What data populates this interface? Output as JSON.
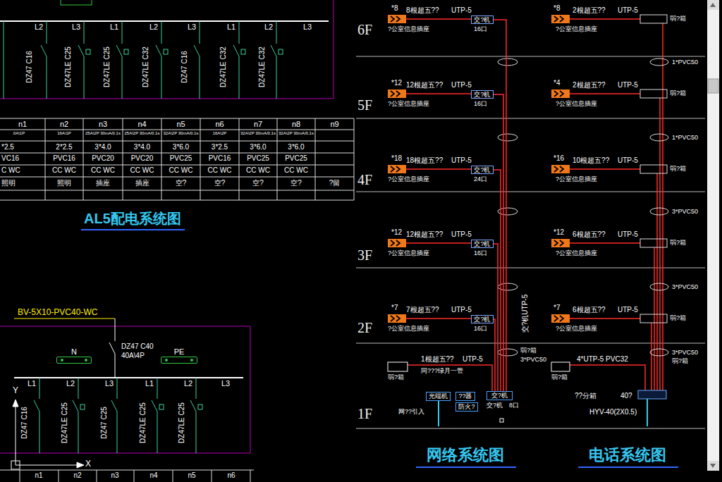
{
  "diagram": {
    "nodes": [
      {
        "text": [
          "交?机"
        ]
      },
      {
        "text": [
          "交?机"
        ]
      },
      {
        "text": [
          "交?机"
        ]
      },
      {
        "text": [
          "交?机"
        ]
      },
      {
        "text": [
          "交?机"
        ]
      },
      {
        "text": [
          "N"
        ]
      },
      {
        "text": [
          "PE"
        ]
      },
      {
        "text": [
          "光端机"
        ]
      },
      {
        "text": [
          "??器"
        ]
      },
      {
        "text": [
          "交?机"
        ]
      },
      {
        "text": [
          "防火?"
        ]
      }
    ],
    "edges": [
      {
        "from": 9,
        "to": 0,
        "arrow": "none"
      },
      {
        "from": 9,
        "to": 1,
        "arrow": "none"
      },
      {
        "from": 9,
        "to": 2,
        "arrow": "none"
      },
      {
        "from": 9,
        "to": 3,
        "arrow": "none"
      },
      {
        "from": 9,
        "to": 4,
        "arrow": "none"
      }
    ],
    "labels": [
      "L2",
      "L3",
      "L1",
      "L2",
      "L3",
      "L1",
      "L2",
      "L3",
      "DZ47 C16",
      "DZ47LE C25",
      "DZ47LE C25",
      "DZ47LE C32",
      "DZ47 C16",
      "DZ47LE C32",
      "DZ47LE C32",
      "n1",
      "n2",
      "n3",
      "n4",
      "n5",
      "n6",
      "n7",
      "n8",
      "n9",
      "0A\\1P",
      "16A\\1P",
      "25A\\2P 30mA/0.1s",
      "25A\\2P 30mA/0.1s",
      "32A\\2P 30mA/0.1s",
      "16A\\2P",
      "32A\\2P 30mA/0.1s",
      "32A\\2P 30mA/0.1s",
      "*2.5",
      "2*2.5",
      "3*4.0",
      "3*4.0",
      "3*6.0",
      "3*2.5",
      "3*6.0",
      "3*6.0",
      "VC16",
      "PVC16",
      "PVC20",
      "PVC20",
      "PVC25",
      "PVC16",
      "PVC25",
      "PVC25",
      "C WC",
      "CC WC",
      "CC WC",
      "CC WC",
      "CC WC",
      "CC WC",
      "CC WC",
      "CC WC",
      "照明",
      "照明",
      "插座",
      "插座",
      "空?",
      "空?",
      "空?",
      "空?",
      "?留",
      "AL5配电系统图",
      "BV-5X10-PVC40-WC",
      "DZ47 C40",
      "40A\\4P",
      "L1",
      "L2",
      "L3",
      "L1",
      "L2",
      "L3",
      "DZ47 C16",
      "DZ47LE C25",
      "DZ47 C25",
      "DZ47LE C25",
      "DZ47LE C25",
      "Y",
      "X",
      "n1",
      "n2",
      "n3",
      "n4",
      "n5",
      "n6",
      "6F",
      "5F",
      "4F",
      "3F",
      "2F",
      "1F",
      "*8",
      "8根超五??",
      "UTP-5",
      "?公室信息插座",
      "16口",
      "*12",
      "12根超五??",
      "UTP-5",
      "?公室信息插座",
      "16口",
      "*18",
      "18根超五??",
      "UTP-5",
      "?公室信息插座",
      "24口",
      "*12",
      "12根超五??",
      "UTP-5",
      "?公室信息插座",
      "16口",
      "*7",
      "7根超五??",
      "UTP-5",
      "?公室信息插座",
      "16口",
      "1根超五??",
      "UTP-5",
      "同???绿月一管",
      "弱?箱",
      "弱?箱",
      "3*PVC50",
      "交?机",
      "8口",
      "网??引入",
      "交?机UTP-5",
      "*8",
      "2根超五??",
      "UTP-5",
      "?公室信息插座",
      "弱?箱",
      "*4",
      "2根超五??",
      "UTP-5",
      "?公室信息插座",
      "弱?箱",
      "*16",
      "10根超五??",
      "UTP-5",
      "?公室信息插座",
      "弱?箱",
      "*12",
      "6根超五??",
      "UTP-5",
      "?公室信息插座",
      "弱?箱",
      "*7",
      "6根超五??",
      "UTP-5",
      "?公室信息插座",
      "弱?箱",
      "1*PVC50",
      "1*PVC50",
      "3*PVC50",
      "3*PVC50",
      "3*PVC50",
      "弱?箱",
      "弱?箱",
      "4*UTP-5 PVC32",
      "??分箱",
      "40?",
      "HYV-40(2X0.5)",
      "网络系统图",
      "电话系统图"
    ]
  }
}
